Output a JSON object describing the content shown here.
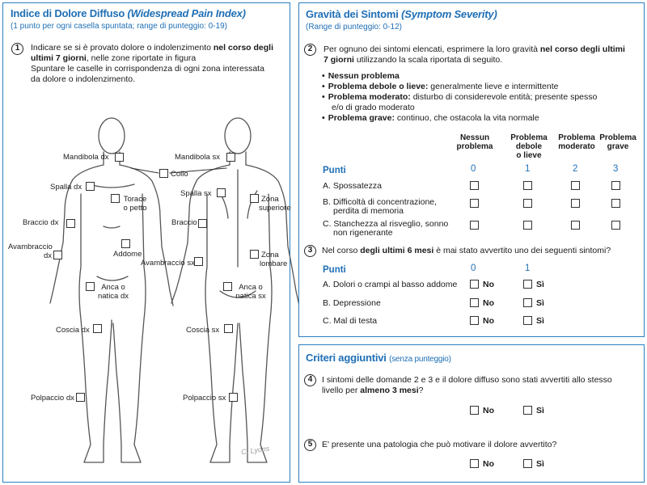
{
  "left": {
    "title_main": "Indice di Dolore Diffuso ",
    "title_en": "(Widespread Pain Index)",
    "subtitle": "(1 punto per ogni casella spuntata; range di punteggio: 0-19)",
    "q1_number": "1",
    "q1_line1_a": "Indicare se si è provato dolore o indolenzimento ",
    "q1_line1_b": "nel corso degli",
    "q1_line2_a": "ultimi 7 giorni",
    "q1_line2_b": ", nelle zone riportate in figura",
    "q1_line3": "Spuntare le caselle in corrispondenza di ogni zona interessata",
    "q1_line4": "da dolore o indolenzimento.",
    "body_labels": {
      "mandibola_dx": "Mandibola dx",
      "mandibola_sx": "Mandibola sx",
      "collo": "Collo",
      "spalla_dx": "Spalla dx",
      "spalla_sx": "Spalla sx",
      "torace_1": "Torace",
      "torace_2": "o petto",
      "zona_sup_1": "Zona",
      "zona_sup_2": "superiore",
      "braccio_dx": "Braccio dx",
      "braccio_sx": "Braccio sx",
      "avambraccio_dx_1": "Avambraccio",
      "avambraccio_dx_2": "dx",
      "addome": "Addome",
      "avambraccio_sx": "Avambraccio sx",
      "zona_lomb_1": "Zona",
      "zona_lomb_2": "lombare",
      "anca_dx_1": "Anca o",
      "anca_dx_2": "natica dx",
      "anca_sx_1": "Anca o",
      "anca_sx_2": "natica sx",
      "coscia_dx": "Coscia dx",
      "coscia_sx": "Coscia sx",
      "polpaccio_dx": "Polpaccio dx",
      "polpaccio_sx": "Polpaccio sx"
    },
    "signature": "C. Lyons"
  },
  "severity": {
    "title_main": "Gravità dei Sintomi ",
    "title_en": "(Symptom Severity)",
    "subtitle": "(Range di punteggio: 0-12)",
    "q2_number": "2",
    "q2_line1_a": "Per ognuno dei sintomi elencati, esprimere la loro gravità ",
    "q2_line1_b": "nel corso degli ultimi",
    "q2_line2_a": "7 giorni",
    "q2_line2_b": " utilizzando la scala riportata di seguito.",
    "bullets": [
      {
        "bold": "Nessun problema",
        "text": ""
      },
      {
        "bold": "Problema debole o lieve:",
        "text": " generalmente lieve e intermittente"
      },
      {
        "bold": "Problema moderato:",
        "text": " disturbo di considerevole entità; presente spesso"
      },
      {
        "bold": "",
        "text": "e/o di grado moderato"
      },
      {
        "bold": "Problema grave:",
        "text": " continuo, che ostacola la vita normale"
      }
    ],
    "col_headers": [
      {
        "l1": "Nessun",
        "l2": "problema",
        "l3": ""
      },
      {
        "l1": "Problema",
        "l2": "debole",
        "l3": "o lieve"
      },
      {
        "l1": "Problema",
        "l2": "moderato",
        "l3": ""
      },
      {
        "l1": "Problema",
        "l2": "grave",
        "l3": ""
      }
    ],
    "points_label": "Punti",
    "points": [
      "0",
      "1",
      "2",
      "3"
    ],
    "rows": [
      {
        "l1": "A. Spossatezza",
        "l2": ""
      },
      {
        "l1": "B. Difficoltà di concentrazione,",
        "l2": "perdita di memoria"
      },
      {
        "l1": "C. Stanchezza al risveglio, sonno",
        "l2": "non rigenerante"
      }
    ],
    "q3_number": "3",
    "q3_a": "Nel corso ",
    "q3_b": "degli ultimi 6 mesi",
    "q3_c": " è mai stato avvertito uno dei seguenti sintomi?",
    "q3_points_label": "Punti",
    "q3_points": [
      "0",
      "1"
    ],
    "q3_rows": [
      "A. Dolori o crampi al basso addome",
      "B. Depressione",
      "C. Mal di testa"
    ],
    "no": "No",
    "si": "Sì"
  },
  "criteria": {
    "title_main": "Criteri aggiuntivi ",
    "title_note": "(senza punteggio)",
    "q4_number": "4",
    "q4_line1": "I sintomi delle domande 2 e 3 e il dolore diffuso sono stati avvertiti allo stesso",
    "q4_line2_a": "livello per ",
    "q4_line2_b": "almeno 3 mesi",
    "q4_line2_c": "?",
    "q5_number": "5",
    "q5_line": "E' presente una patologia che può motivare il dolore avvertito?",
    "no": "No",
    "si": "Sì"
  }
}
